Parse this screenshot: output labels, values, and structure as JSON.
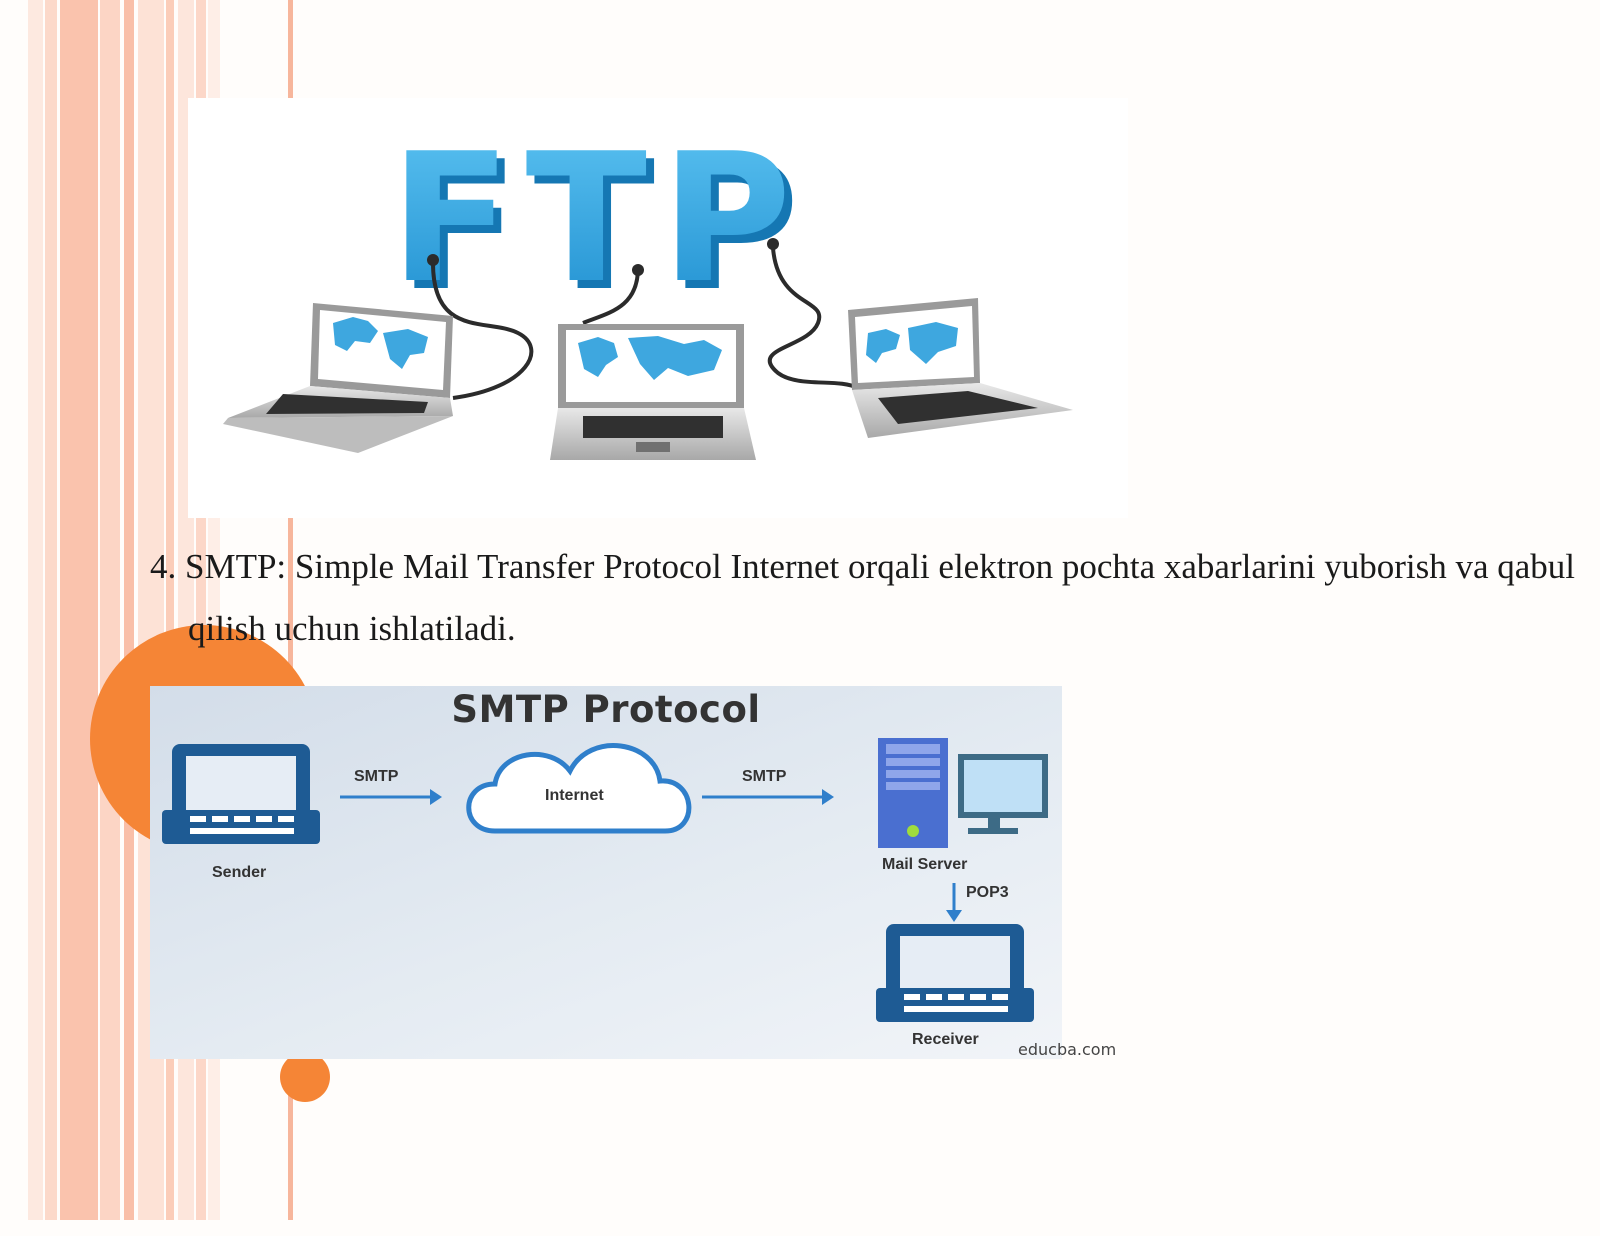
{
  "ftp_graphic": {
    "letters": "FTP"
  },
  "paragraph": {
    "text": "4. SMTP: Simple Mail Transfer Protocol Internet orqali elektron pochta xabarlarini yuborish va qabul qilish uchun ishlatiladi."
  },
  "smtp_diagram": {
    "title": "SMTP Protocol",
    "sender_label": "Sender",
    "arrow1_label": "SMTP",
    "cloud_label": "Internet",
    "arrow2_label": "SMTP",
    "server_label": "Mail Server",
    "arrow3_label": "POP3",
    "receiver_label": "Receiver",
    "credit": "educba.com",
    "colors": {
      "primary": "#1e5b94",
      "server": "#4a6fd0",
      "title": "#333333"
    }
  },
  "theme": {
    "accent": "#f58536",
    "stripe": "#f8c9b4"
  }
}
